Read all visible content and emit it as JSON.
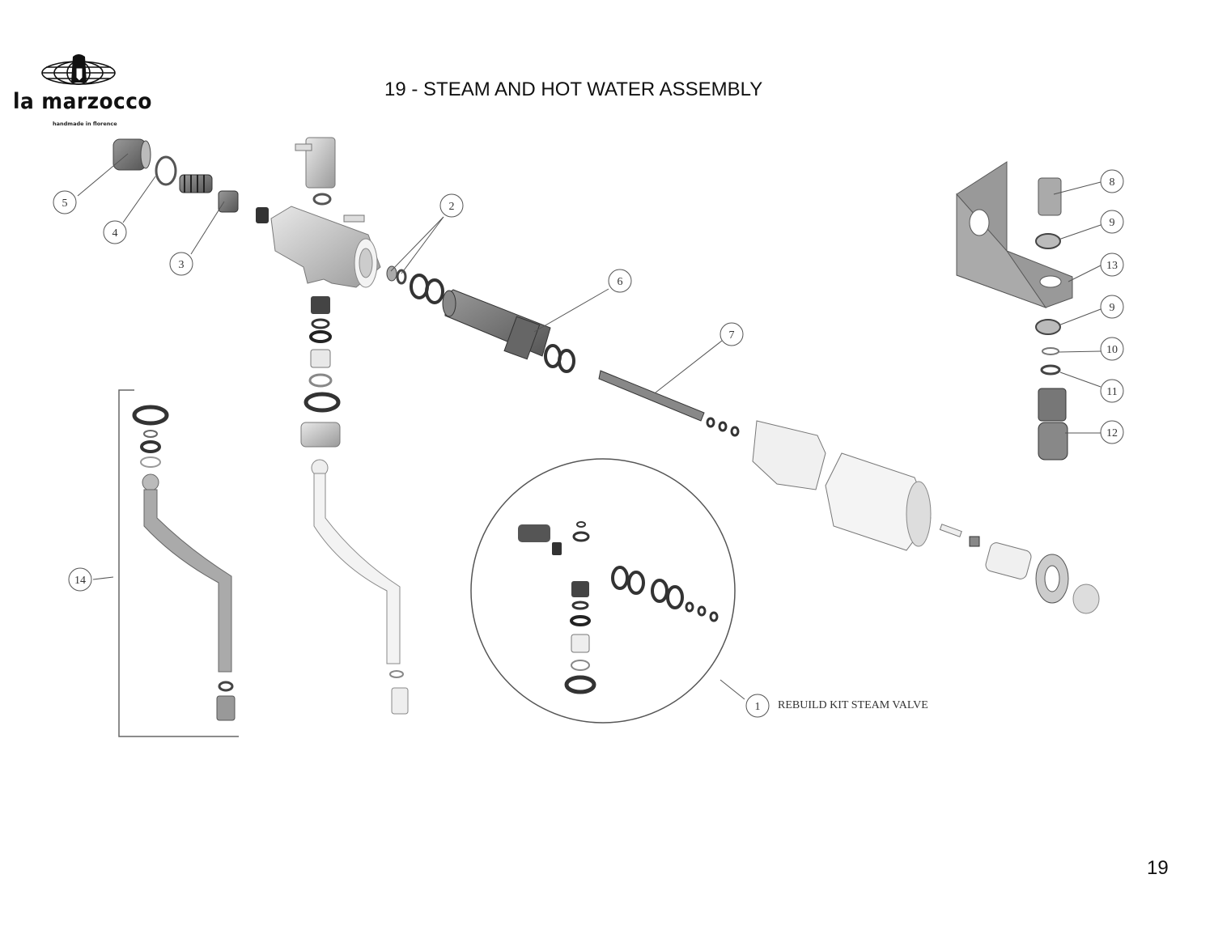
{
  "header": {
    "brand_name": "la marzocco",
    "brand_tagline": "handmade in florence",
    "title": "19 - STEAM AND HOT WATER ASSEMBLY"
  },
  "callouts": [
    {
      "number": "1",
      "label": "REBUILD KIT STEAM VALVE"
    },
    {
      "number": "2"
    },
    {
      "number": "3"
    },
    {
      "number": "4"
    },
    {
      "number": "5"
    },
    {
      "number": "6"
    },
    {
      "number": "7"
    },
    {
      "number": "8"
    },
    {
      "number": "9"
    },
    {
      "number": "9"
    },
    {
      "number": "10"
    },
    {
      "number": "11"
    },
    {
      "number": "12"
    },
    {
      "number": "13"
    },
    {
      "number": "14"
    }
  ],
  "footer": {
    "page_number": "19"
  }
}
